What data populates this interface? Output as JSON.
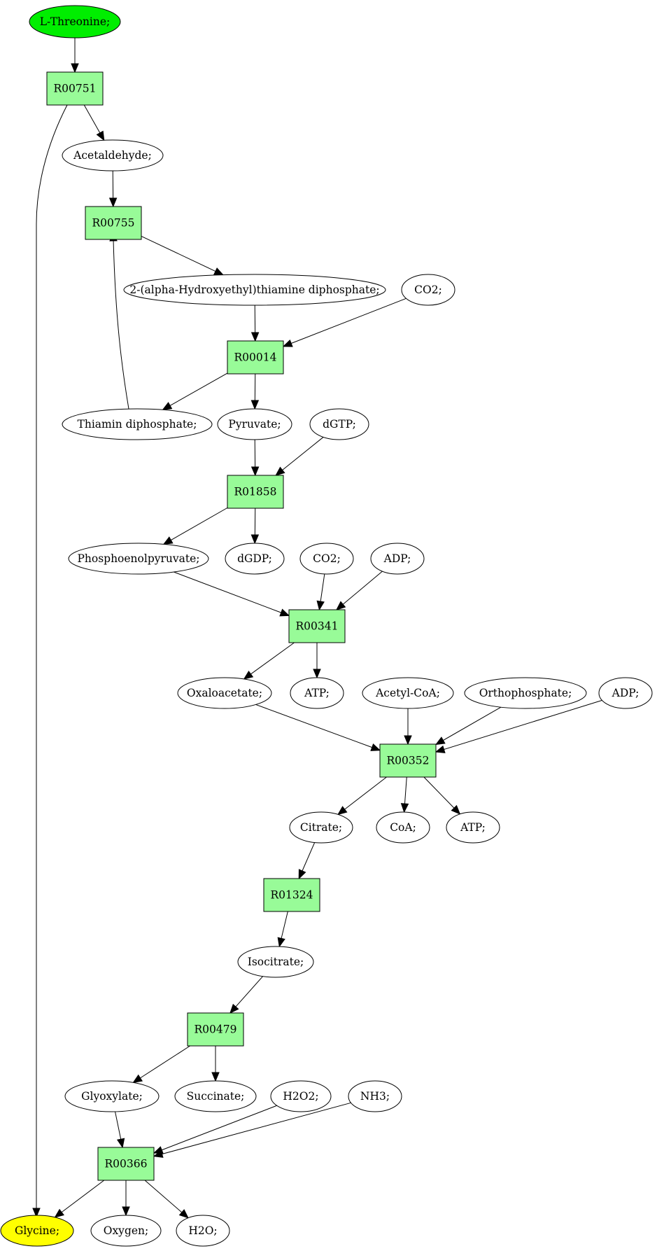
{
  "colors": {
    "start": "#00ee00",
    "end": "#ffff00",
    "reaction": "#98fb98",
    "metabolite": "#ffffff"
  },
  "nodes": [
    {
      "id": "n_thr",
      "name": "node-l-threonine",
      "label": "L-Threonine;",
      "kind": "start"
    },
    {
      "id": "r00751",
      "name": "node-reaction-r00751",
      "label": "R00751",
      "kind": "reaction"
    },
    {
      "id": "n_acetald",
      "name": "node-acetaldehyde",
      "label": "Acetaldehyde;",
      "kind": "metabolite"
    },
    {
      "id": "r00755",
      "name": "node-reaction-r00755",
      "label": "R00755",
      "kind": "reaction"
    },
    {
      "id": "n_hetpp",
      "name": "node-2-alpha-hydroxyethyl-thiamine-diphosphate",
      "label": "2-(alpha-Hydroxyethyl)thiamine diphosphate;",
      "kind": "metabolite"
    },
    {
      "id": "n_co2a",
      "name": "node-co2",
      "label": "CO2;",
      "kind": "metabolite"
    },
    {
      "id": "r00014",
      "name": "node-reaction-r00014",
      "label": "R00014",
      "kind": "reaction"
    },
    {
      "id": "n_tpp",
      "name": "node-thiamin-diphosphate",
      "label": "Thiamin diphosphate;",
      "kind": "metabolite"
    },
    {
      "id": "n_pyr",
      "name": "node-pyruvate",
      "label": "Pyruvate;",
      "kind": "metabolite"
    },
    {
      "id": "n_dgtp",
      "name": "node-dgtp",
      "label": "dGTP;",
      "kind": "metabolite"
    },
    {
      "id": "r01858",
      "name": "node-reaction-r01858",
      "label": "R01858",
      "kind": "reaction"
    },
    {
      "id": "n_pep",
      "name": "node-phosphoenolpyruvate",
      "label": "Phosphoenolpyruvate;",
      "kind": "metabolite"
    },
    {
      "id": "n_dgdp",
      "name": "node-dgdp",
      "label": "dGDP;",
      "kind": "metabolite"
    },
    {
      "id": "n_co2b",
      "name": "node-co2",
      "label": "CO2;",
      "kind": "metabolite"
    },
    {
      "id": "n_adpa",
      "name": "node-adp",
      "label": "ADP;",
      "kind": "metabolite"
    },
    {
      "id": "r00341",
      "name": "node-reaction-r00341",
      "label": "R00341",
      "kind": "reaction"
    },
    {
      "id": "n_oaa",
      "name": "node-oxaloacetate",
      "label": "Oxaloacetate;",
      "kind": "metabolite"
    },
    {
      "id": "n_atpa",
      "name": "node-atp",
      "label": "ATP;",
      "kind": "metabolite"
    },
    {
      "id": "n_accoa",
      "name": "node-acetyl-coa",
      "label": "Acetyl-CoA;",
      "kind": "metabolite"
    },
    {
      "id": "n_pi",
      "name": "node-orthophosphate",
      "label": "Orthophosphate;",
      "kind": "metabolite"
    },
    {
      "id": "n_adpb",
      "name": "node-adp",
      "label": "ADP;",
      "kind": "metabolite"
    },
    {
      "id": "r00352",
      "name": "node-reaction-r00352",
      "label": "R00352",
      "kind": "reaction"
    },
    {
      "id": "n_cit",
      "name": "node-citrate",
      "label": "Citrate;",
      "kind": "metabolite"
    },
    {
      "id": "n_coa",
      "name": "node-coa",
      "label": "CoA;",
      "kind": "metabolite"
    },
    {
      "id": "n_atpb",
      "name": "node-atp",
      "label": "ATP;",
      "kind": "metabolite"
    },
    {
      "id": "r01324",
      "name": "node-reaction-r01324",
      "label": "R01324",
      "kind": "reaction"
    },
    {
      "id": "n_icit",
      "name": "node-isocitrate",
      "label": "Isocitrate;",
      "kind": "metabolite"
    },
    {
      "id": "r00479",
      "name": "node-reaction-r00479",
      "label": "R00479",
      "kind": "reaction"
    },
    {
      "id": "n_glyox",
      "name": "node-glyoxylate",
      "label": "Glyoxylate;",
      "kind": "metabolite"
    },
    {
      "id": "n_succ",
      "name": "node-succinate",
      "label": "Succinate;",
      "kind": "metabolite"
    },
    {
      "id": "n_h2o2",
      "name": "node-h2o2",
      "label": "H2O2;",
      "kind": "metabolite"
    },
    {
      "id": "n_nh3",
      "name": "node-nh3",
      "label": "NH3;",
      "kind": "metabolite"
    },
    {
      "id": "r00366",
      "name": "node-reaction-r00366",
      "label": "R00366",
      "kind": "reaction"
    },
    {
      "id": "n_gly",
      "name": "node-glycine",
      "label": "Glycine;",
      "kind": "end"
    },
    {
      "id": "n_o2",
      "name": "node-oxygen",
      "label": "Oxygen;",
      "kind": "metabolite"
    },
    {
      "id": "n_h2o",
      "name": "node-h2o",
      "label": "H2O;",
      "kind": "metabolite"
    }
  ],
  "edges": [
    [
      "n_thr",
      "r00751"
    ],
    [
      "r00751",
      "n_acetald"
    ],
    [
      "r00751",
      "n_gly"
    ],
    [
      "n_acetald",
      "r00755"
    ],
    [
      "r00755",
      "n_hetpp"
    ],
    [
      "n_tpp",
      "r00755"
    ],
    [
      "n_hetpp",
      "r00014"
    ],
    [
      "n_co2a",
      "r00014"
    ],
    [
      "r00014",
      "n_tpp"
    ],
    [
      "r00014",
      "n_pyr"
    ],
    [
      "n_pyr",
      "r01858"
    ],
    [
      "n_dgtp",
      "r01858"
    ],
    [
      "r01858",
      "n_pep"
    ],
    [
      "r01858",
      "n_dgdp"
    ],
    [
      "n_pep",
      "r00341"
    ],
    [
      "n_co2b",
      "r00341"
    ],
    [
      "n_adpa",
      "r00341"
    ],
    [
      "r00341",
      "n_oaa"
    ],
    [
      "r00341",
      "n_atpa"
    ],
    [
      "n_oaa",
      "r00352"
    ],
    [
      "n_accoa",
      "r00352"
    ],
    [
      "n_pi",
      "r00352"
    ],
    [
      "n_adpb",
      "r00352"
    ],
    [
      "r00352",
      "n_cit"
    ],
    [
      "r00352",
      "n_coa"
    ],
    [
      "r00352",
      "n_atpb"
    ],
    [
      "n_cit",
      "r01324"
    ],
    [
      "r01324",
      "n_icit"
    ],
    [
      "n_icit",
      "r00479"
    ],
    [
      "r00479",
      "n_glyox"
    ],
    [
      "r00479",
      "n_succ"
    ],
    [
      "n_glyox",
      "r00366"
    ],
    [
      "n_h2o2",
      "r00366"
    ],
    [
      "n_nh3",
      "r00366"
    ],
    [
      "r00366",
      "n_gly"
    ],
    [
      "r00366",
      "n_o2"
    ],
    [
      "r00366",
      "n_h2o"
    ]
  ]
}
